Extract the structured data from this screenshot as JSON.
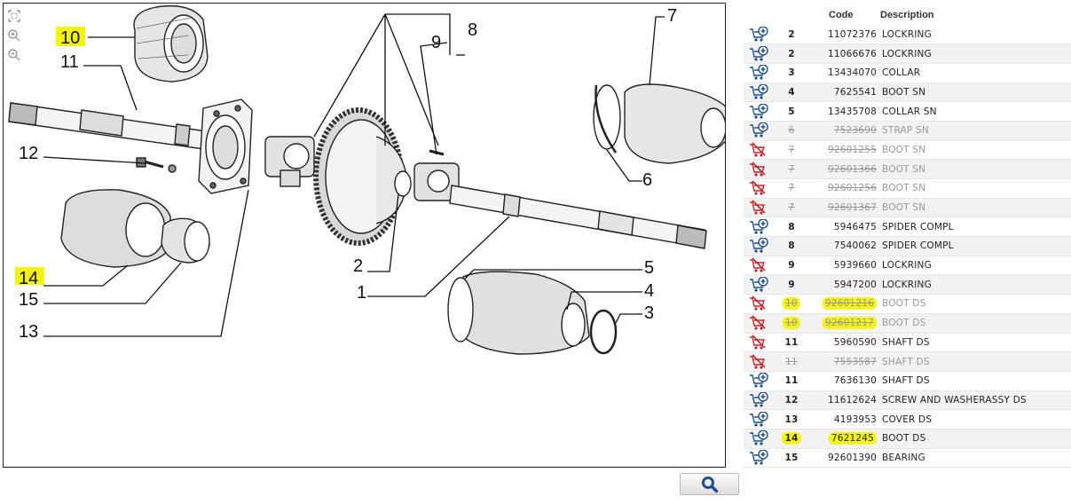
{
  "diagram": {
    "callouts": [
      {
        "id": "10",
        "label": "10",
        "highlighted": true
      },
      {
        "id": "11",
        "label": "11",
        "highlighted": false
      },
      {
        "id": "12",
        "label": "12",
        "highlighted": false
      },
      {
        "id": "14",
        "label": "14",
        "highlighted": true
      },
      {
        "id": "15",
        "label": "15",
        "highlighted": false
      },
      {
        "id": "13",
        "label": "13",
        "highlighted": false
      },
      {
        "id": "9",
        "label": "9",
        "highlighted": false
      },
      {
        "id": "8",
        "label": "8",
        "highlighted": false
      },
      {
        "id": "7",
        "label": "7",
        "highlighted": false
      },
      {
        "id": "6",
        "label": "6",
        "highlighted": false
      },
      {
        "id": "5",
        "label": "5",
        "highlighted": false
      },
      {
        "id": "4",
        "label": "4",
        "highlighted": false
      },
      {
        "id": "3",
        "label": "3",
        "highlighted": false
      },
      {
        "id": "2",
        "label": "2",
        "highlighted": false
      },
      {
        "id": "1",
        "label": "1",
        "highlighted": false
      }
    ],
    "tools": [
      "fit-icon",
      "zoom-in-icon",
      "zoom-out-icon"
    ]
  },
  "table": {
    "headers": {
      "num": "",
      "code": "Code",
      "description": "Description"
    },
    "rows": [
      {
        "num": "2",
        "code": "11072376",
        "description": "LOCKRING",
        "available": true,
        "highlight": false
      },
      {
        "num": "2",
        "code": "11066676",
        "description": "LOCKRING",
        "available": true,
        "highlight": false
      },
      {
        "num": "3",
        "code": "13434070",
        "description": "COLLAR",
        "available": true,
        "highlight": false
      },
      {
        "num": "4",
        "code": "7625541",
        "description": "BOOT SN",
        "available": true,
        "highlight": false
      },
      {
        "num": "5",
        "code": "13435708",
        "description": "COLLAR SN",
        "available": true,
        "highlight": false
      },
      {
        "num": "6",
        "code": "7523690",
        "description": "STRAP SN",
        "available": true,
        "superseded": true,
        "highlight": false
      },
      {
        "num": "7",
        "code": "92601255",
        "description": "BOOT SN",
        "available": false,
        "highlight": false
      },
      {
        "num": "7",
        "code": "92601366",
        "description": "BOOT SN",
        "available": false,
        "highlight": false
      },
      {
        "num": "7",
        "code": "92601256",
        "description": "BOOT SN",
        "available": false,
        "highlight": false
      },
      {
        "num": "7",
        "code": "92601367",
        "description": "BOOT SN",
        "available": false,
        "highlight": false
      },
      {
        "num": "8",
        "code": "5946475",
        "description": "SPIDER COMPL",
        "available": true,
        "highlight": false
      },
      {
        "num": "8",
        "code": "7540062",
        "description": "SPIDER COMPL",
        "available": true,
        "highlight": false
      },
      {
        "num": "9",
        "code": "5939660",
        "description": "LOCKRING",
        "available": false,
        "superseded": false,
        "highlight": false
      },
      {
        "num": "9",
        "code": "5947200",
        "description": "LOCKRING",
        "available": true,
        "highlight": false
      },
      {
        "num": "10",
        "code": "92601216",
        "description": "BOOT DS",
        "available": false,
        "highlight": true
      },
      {
        "num": "10",
        "code": "92601217",
        "description": "BOOT DS",
        "available": false,
        "highlight": true
      },
      {
        "num": "11",
        "code": "5960590",
        "description": "SHAFT DS",
        "available": false,
        "superseded": false,
        "highlight": false
      },
      {
        "num": "11",
        "code": "7553587",
        "description": "SHAFT DS",
        "available": false,
        "highlight": false
      },
      {
        "num": "11",
        "code": "7636130",
        "description": "SHAFT DS",
        "available": true,
        "highlight": false
      },
      {
        "num": "12",
        "code": "11612624",
        "description": "SCREW AND WASHERASSY DS",
        "available": true,
        "highlight": false
      },
      {
        "num": "13",
        "code": "4193953",
        "description": "COVER DS",
        "available": true,
        "highlight": false
      },
      {
        "num": "14",
        "code": "7621245",
        "description": "BOOT DS",
        "available": true,
        "highlight": true
      },
      {
        "num": "15",
        "code": "92601390",
        "description": "BEARING",
        "available": true,
        "highlight": false
      }
    ]
  },
  "search": {
    "icon": "search-icon"
  },
  "colors": {
    "highlight": "#f3f312",
    "cart_blue": "#1e4f8c",
    "cart_red": "#c0262d"
  }
}
